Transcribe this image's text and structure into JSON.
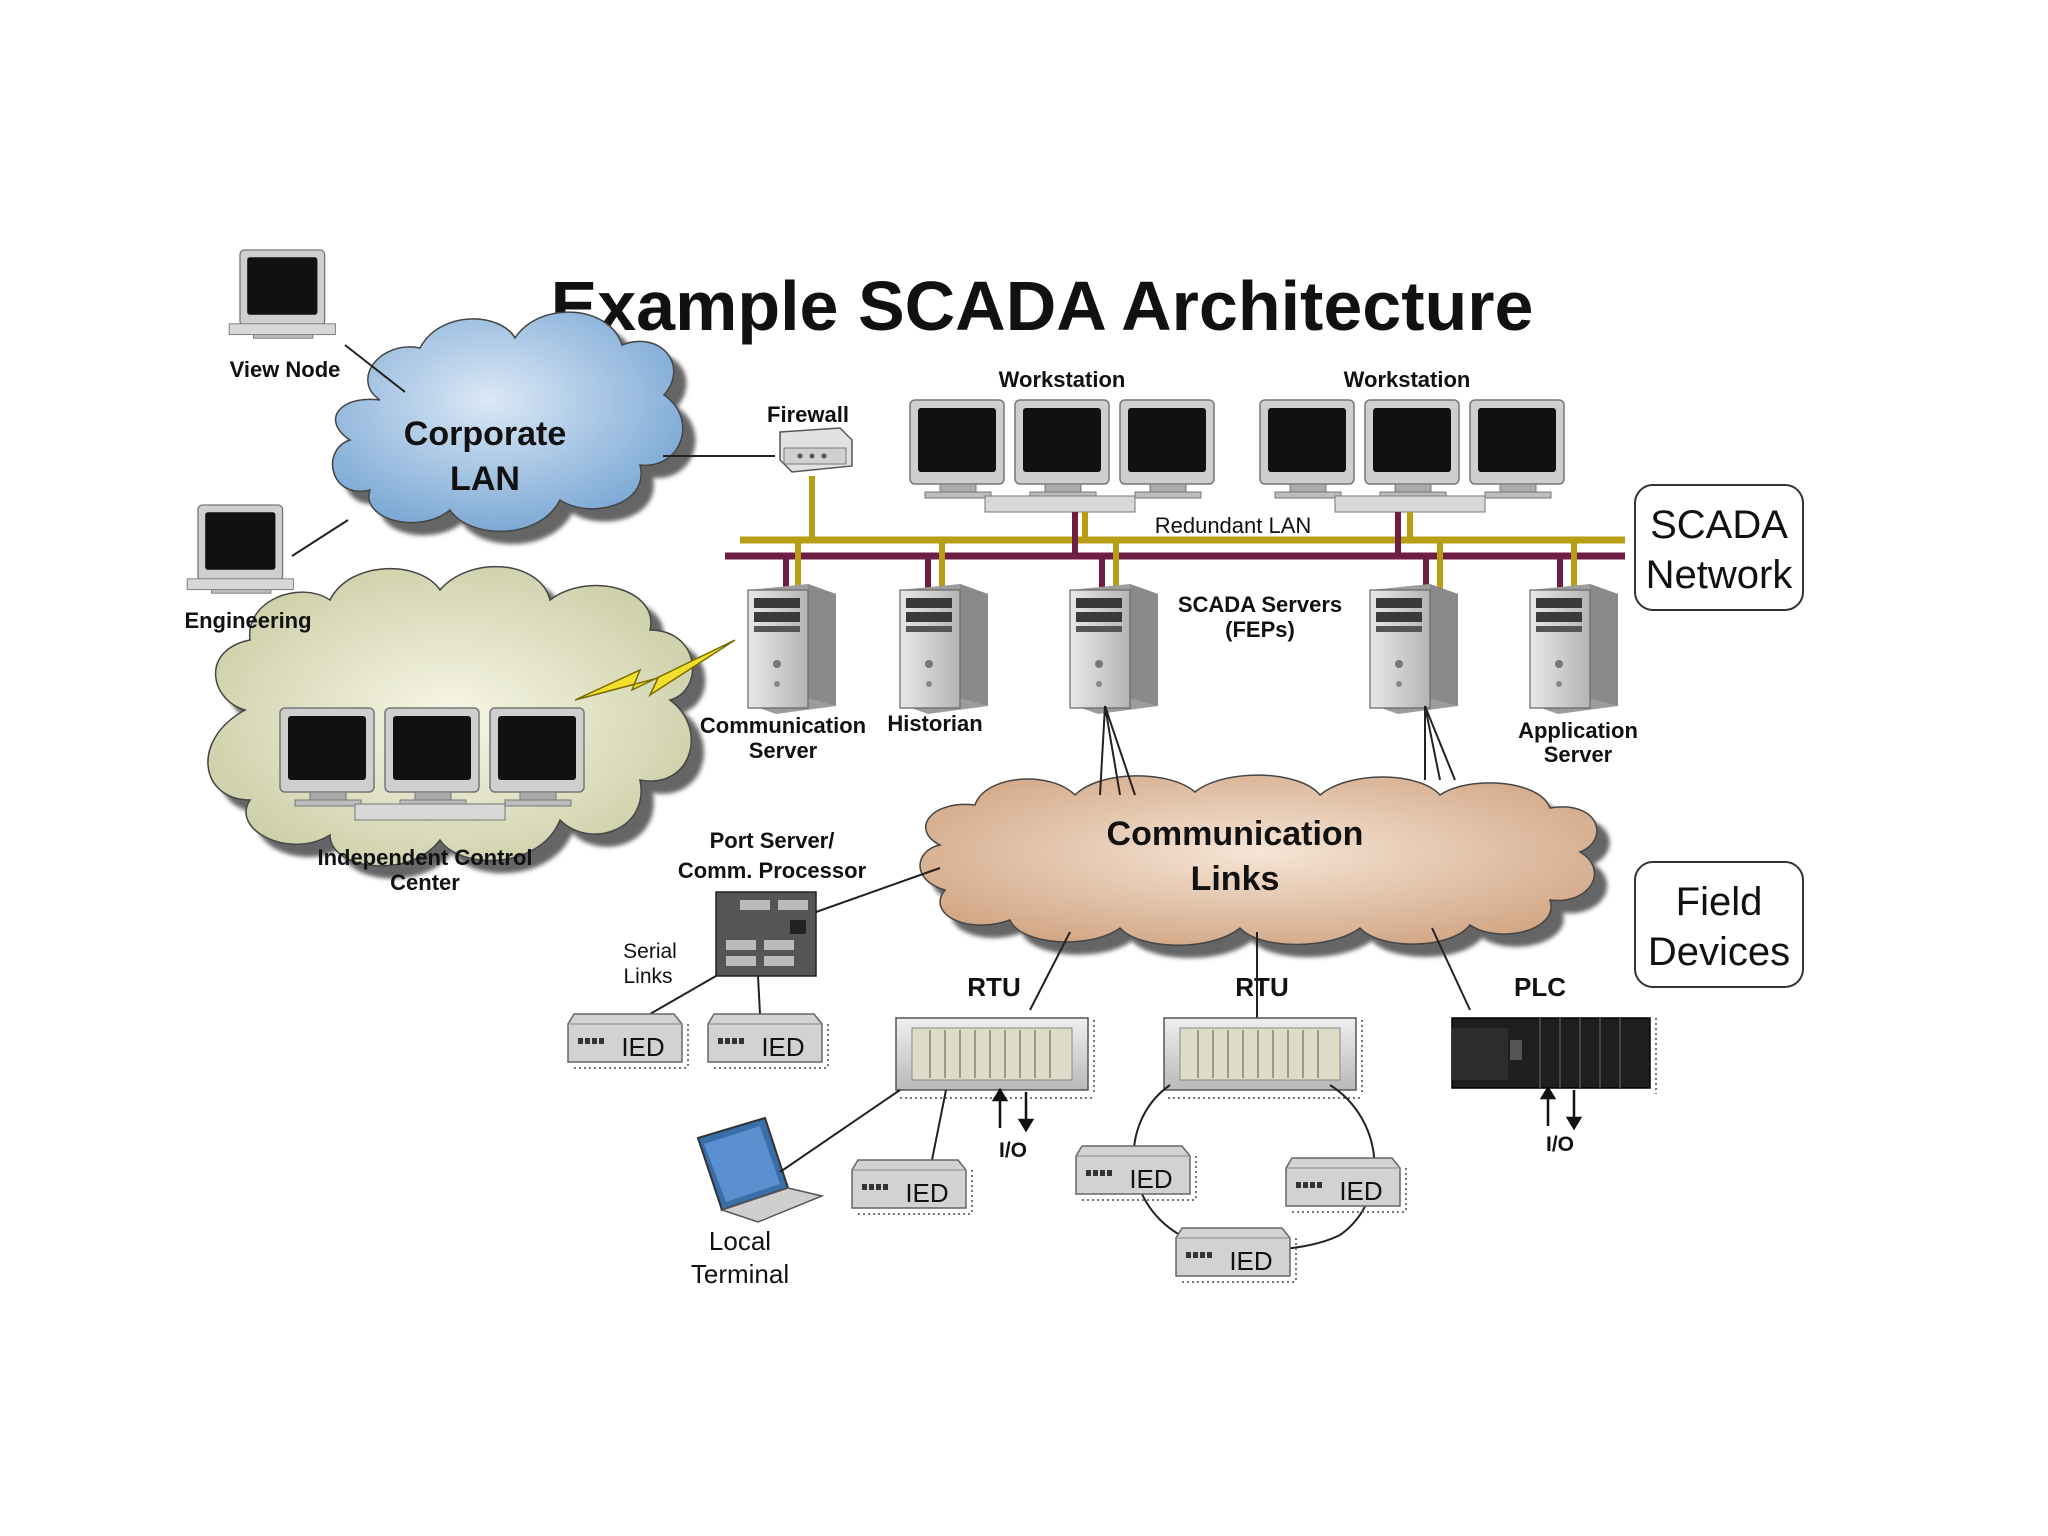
{
  "title": "Example SCADA Architecture",
  "colors": {
    "lan_gold": "#b89e14",
    "lan_maroon": "#6e1d45",
    "cloud_blue": "#7aa6d4",
    "cloud_olive": "#d4d6b2",
    "cloud_tan": "#d6b196",
    "screen": "#0d0d0d",
    "bezel": "#c9c9c9"
  },
  "nodes": {
    "view_node": "View Node",
    "engineering": "Engineering",
    "corporate_lan_1": "Corporate",
    "corporate_lan_2": "LAN",
    "firewall": "Firewall",
    "workstation_1": "Workstation",
    "workstation_2": "Workstation",
    "redundant_lan": "Redundant LAN",
    "scada_network_1": "SCADA",
    "scada_network_2": "Network",
    "scada_servers_1": "SCADA Servers",
    "scada_servers_2": "(FEPs)",
    "comm_server_1": "Communication",
    "comm_server_2": "Server",
    "historian": "Historian",
    "app_server_1": "Application",
    "app_server_2": "Server",
    "icc_1": "Independent Control",
    "icc_2": "Center",
    "port_server_1": "Port Server/",
    "port_server_2": "Comm. Processor",
    "serial_links_1": "Serial",
    "serial_links_2": "Links",
    "comm_links_1": "Communication",
    "comm_links_2": "Links",
    "field_devices_1": "Field",
    "field_devices_2": "Devices",
    "rtu_1": "RTU",
    "rtu_2": "RTU",
    "plc": "PLC",
    "io_1": "I/O",
    "io_2": "I/O",
    "local_terminal_1": "Local",
    "local_terminal_2": "Terminal",
    "ied": "IED"
  },
  "icons": [
    "crt-monitor-icon",
    "tower-server-icon",
    "firewall-icon",
    "laptop-icon",
    "rtu-rack-icon",
    "plc-icon",
    "ied-icon",
    "lightning-icon",
    "cloud-icon"
  ]
}
